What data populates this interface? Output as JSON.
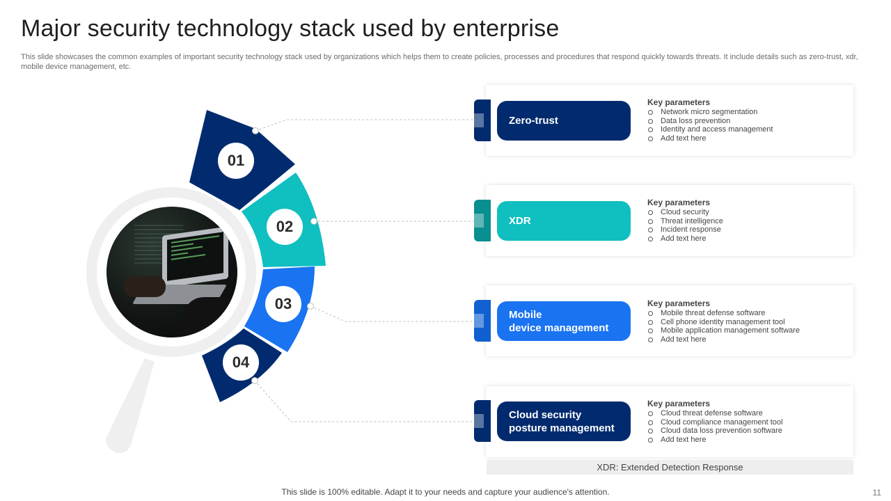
{
  "title": "Major security technology stack used by enterprise",
  "subtitle": "This slide showcases the common examples of important security technology stack used by organizations which helps them to create policies, processes and procedures that respond quickly towards threats. It include details such as zero-trust, xdr,  mobile device management, etc.",
  "segments": [
    {
      "number": "01",
      "color": "#022b6f"
    },
    {
      "number": "02",
      "color": "#10bfc0"
    },
    {
      "number": "03",
      "color": "#1a73f1"
    },
    {
      "number": "04",
      "color": "#022b6f"
    }
  ],
  "items": [
    {
      "name": "Zero-trust",
      "color": "#022b6f",
      "tab_color": "#022b6f",
      "params_title": "Key parameters",
      "params": [
        "Network micro segmentation",
        "Data loss prevention",
        "Identity and access management",
        "Add text here"
      ]
    },
    {
      "name": "XDR",
      "color": "#10bfc0",
      "tab_color": "#0a8f90",
      "params_title": "Key parameters",
      "params": [
        "Cloud security",
        "Threat intelligence",
        "Incident response",
        "Add text here"
      ]
    },
    {
      "name": "Mobile\ndevice management",
      "color": "#1a73f1",
      "tab_color": "#1160cf",
      "params_title": "Key parameters",
      "params": [
        "Mobile threat defense software",
        "Cell phone identity management  tool",
        "Mobile application management software",
        "Add text here"
      ]
    },
    {
      "name": "Cloud security\nposture management",
      "color": "#022b6f",
      "tab_color": "#022b6f",
      "params_title": "Key parameters",
      "params": [
        "Cloud threat defense software",
        "Cloud compliance management  tool",
        "Cloud data loss prevention software",
        "Add text here"
      ]
    }
  ],
  "footnote": "XDR:  Extended Detection Response",
  "footer": "This slide is 100% editable. Adapt it to your needs and capture your audience's attention.",
  "page_number": "11"
}
